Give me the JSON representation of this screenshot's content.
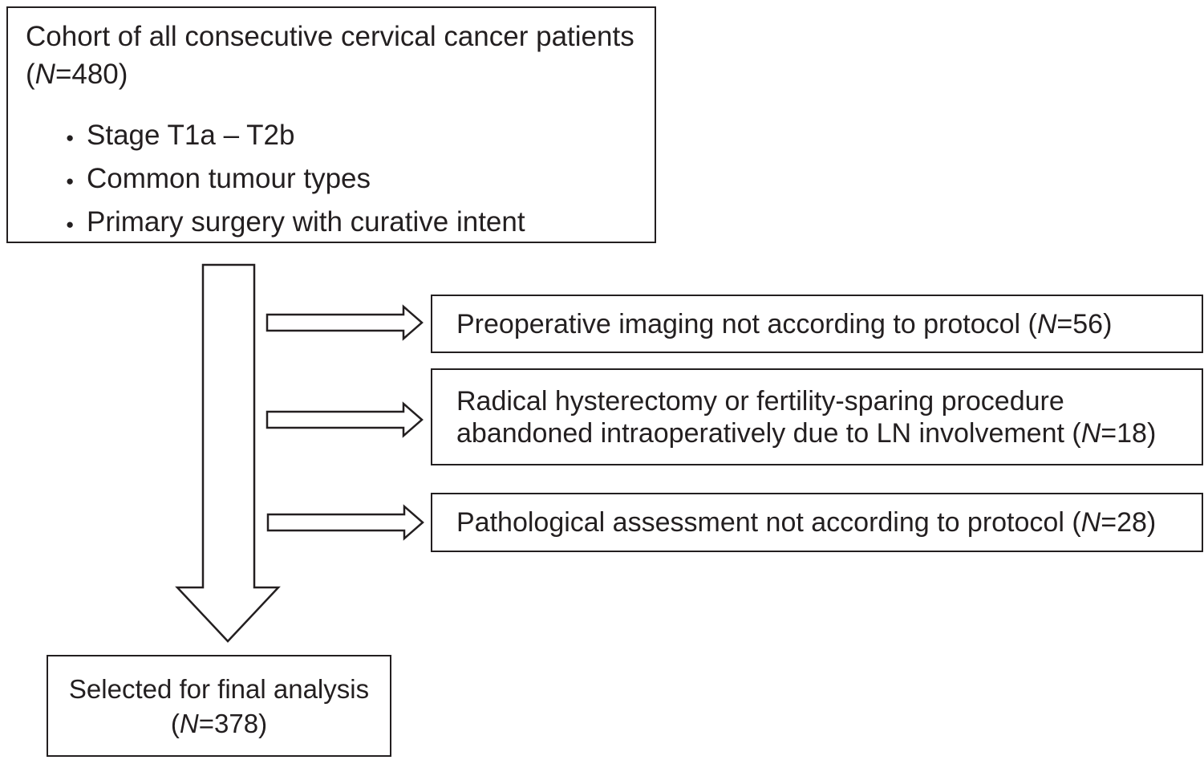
{
  "colors": {
    "ink": "#231f20",
    "background": "#ffffff"
  },
  "cohort_box": {
    "title": "Cohort of all consecutive cervical cancer patients",
    "n_pre": "(",
    "n_italic": "N",
    "n_post": "=480)",
    "bullet_glyph": "●",
    "bullets": [
      "Stage T1a – T2b",
      "Common tumour types",
      "Primary surgery with curative intent"
    ]
  },
  "exclusions": [
    {
      "lines": [
        {
          "pre": "Preoperative imaging not according to protocol (",
          "n": "N",
          "post": "=56)"
        }
      ]
    },
    {
      "lines": [
        {
          "pre": "Radical hysterectomy or fertility-sparing procedure",
          "n": "",
          "post": ""
        },
        {
          "pre": "abandoned intraoperatively due to LN involvement (",
          "n": "N",
          "post": "=18)"
        }
      ]
    },
    {
      "lines": [
        {
          "pre": "Pathological assessment not according to protocol (",
          "n": "N",
          "post": "=28)"
        }
      ]
    }
  ],
  "final_box": {
    "line1": "Selected for final analysis",
    "n_pre": "(",
    "n_italic": "N",
    "n_post": "=378)"
  }
}
